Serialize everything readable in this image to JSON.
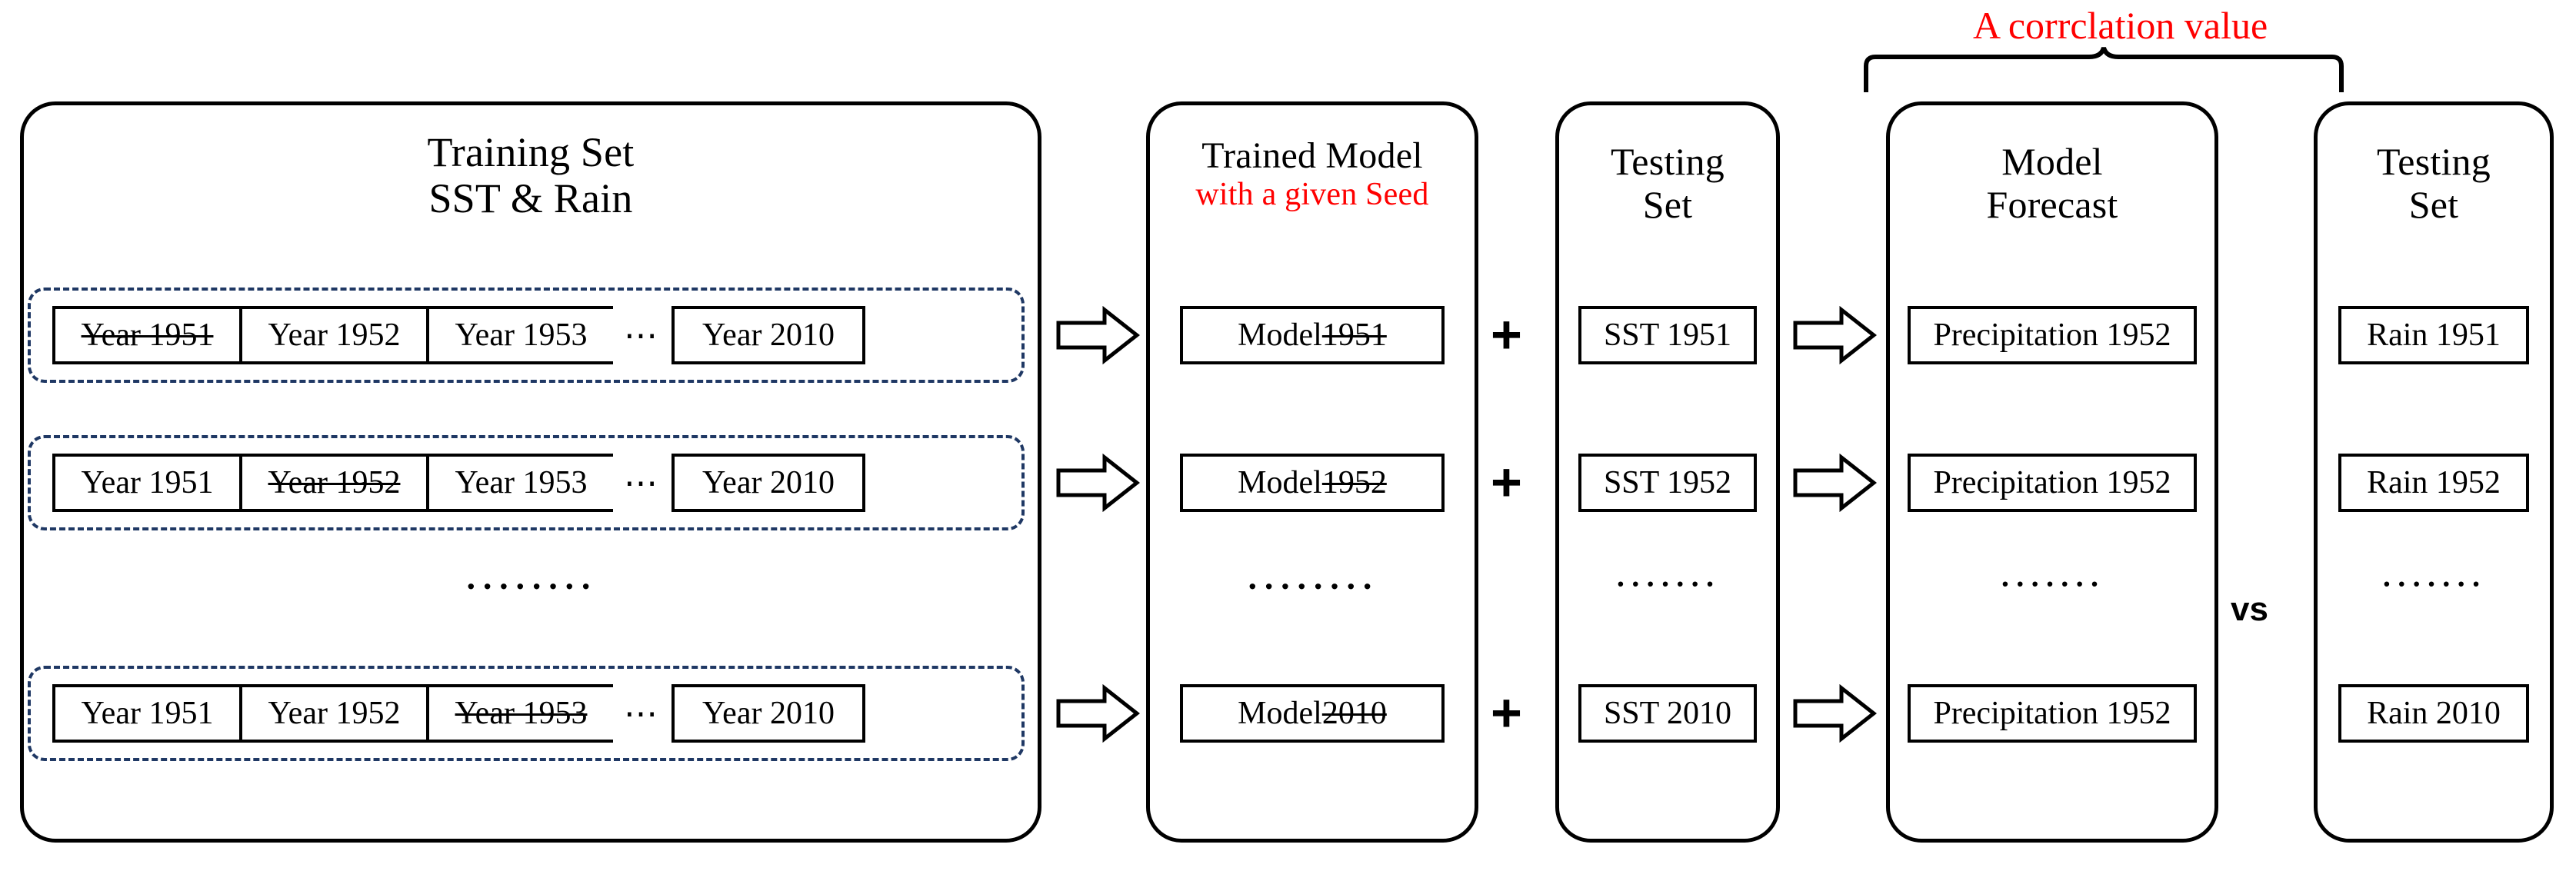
{
  "figure": {
    "type": "flow-diagram",
    "title": "Leave-one-year-out cross validation workflow"
  },
  "annotation": {
    "text": "A corrclation value",
    "color": "#ff0000",
    "brace_icon": "curly-brace-up"
  },
  "panels": {
    "training": {
      "title_line1": "Training Set",
      "title_line2": "SST & Rain",
      "rows": [
        {
          "cells": [
            {
              "text": "Year 1951",
              "struck": true
            },
            {
              "text": "Year 1952",
              "struck": false
            },
            {
              "text": "Year 1953",
              "struck": false
            },
            {
              "text": "⋯",
              "separator": true
            },
            {
              "text": "Year 2010",
              "struck": false
            }
          ]
        },
        {
          "cells": [
            {
              "text": "Year 1951",
              "struck": false
            },
            {
              "text": "Year 1952",
              "struck": true
            },
            {
              "text": "Year 1953",
              "struck": false
            },
            {
              "text": "⋯",
              "separator": true
            },
            {
              "text": "Year 2010",
              "struck": false
            }
          ]
        },
        {
          "cells": [
            {
              "text": "Year 1951",
              "struck": false
            },
            {
              "text": "Year 1952",
              "struck": false
            },
            {
              "text": "Year 1953",
              "struck": true
            },
            {
              "text": "⋯",
              "separator": true
            },
            {
              "text": "Year 2010",
              "struck": false
            }
          ]
        }
      ],
      "vertical_ellipsis": "········"
    },
    "trained_model": {
      "title_line1": "Trained Model",
      "title_line2_red": "with a given Seed",
      "items": [
        {
          "prefix": "Model",
          "year": "1951",
          "struck": true
        },
        {
          "prefix": "Model",
          "year": "1952",
          "struck": true
        },
        {
          "prefix": "Model",
          "year": "2010",
          "struck": true
        }
      ],
      "ellipsis": "········"
    },
    "testing_sst": {
      "title_line1": "Testing",
      "title_line2": "Set",
      "items": [
        {
          "text": "SST 1951"
        },
        {
          "text": "SST 1952"
        },
        {
          "text": "SST 2010"
        }
      ],
      "ellipsis": "·······"
    },
    "model_forecast": {
      "title_line1": "Model",
      "title_line2": "Forecast",
      "items": [
        {
          "text": "Precipitation 1952"
        },
        {
          "text": "Precipitation 1952"
        },
        {
          "text": "Precipitation 1952"
        }
      ],
      "ellipsis": "·······"
    },
    "testing_rain": {
      "title_line1": "Testing",
      "title_line2": "Set",
      "items": [
        {
          "text": "Rain 1951"
        },
        {
          "text": "Rain 1952"
        },
        {
          "text": "Rain 2010"
        }
      ],
      "ellipsis": "·······"
    }
  },
  "operators": {
    "plus": "+",
    "vs": "vs"
  },
  "colors": {
    "stroke": "#000000",
    "dashed_border": "#1f3864",
    "accent_red": "#ff0000",
    "background": "#ffffff"
  }
}
